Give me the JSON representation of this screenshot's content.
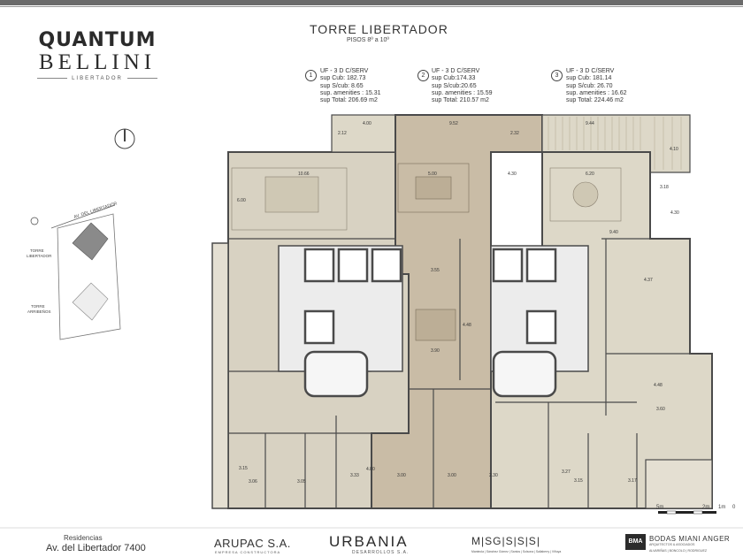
{
  "brand": {
    "line1": "QUANTUM",
    "line2": "BELLINI",
    "line3": "LIBERTADOR"
  },
  "header": {
    "title": "TORRE  LIBERTADOR",
    "subtitle": "PISOS 8º a 10º"
  },
  "units": [
    {
      "num": "1",
      "lines": [
        "UF - 3 D C/SERV",
        "sup Cub: 182.73",
        "sup S/cub:  8.65",
        "sup. amenities : 15.31",
        "sup Total: 206.69 m2"
      ]
    },
    {
      "num": "2",
      "lines": [
        "UF - 3 D C/SERV",
        "sup Cub:174.33",
        "sup S/cub:20.65",
        "sup. amenities : 15.59",
        "sup Total: 210.57 m2"
      ]
    },
    {
      "num": "3",
      "lines": [
        "UF - 3 D C/SERV",
        "sup Cub: 181.14",
        "sup S/cub: 26.70",
        "sup. amenities : 16.62",
        "sup Total: 224.46 m2"
      ]
    }
  ],
  "site_plan": {
    "street": "AV. DEL LIBERTADOR",
    "tower1": [
      "TORRE",
      "LIBERTADOR"
    ],
    "tower2": [
      "TORRE",
      "ARRIBEÑOS"
    ]
  },
  "dimensions": [
    "4.00",
    "9.52",
    "9.44",
    "2.12",
    "2.32",
    "4.10",
    "10.66",
    "5.00",
    "4.30",
    "6.20",
    "3.18",
    "6.00",
    "4.30",
    "9.40",
    "4.37",
    "3.55",
    "4.48",
    "3.90",
    "4.48",
    "3.60",
    "3.15",
    "3.06",
    "3.05",
    "3.33",
    "4.80",
    "3.00",
    "3.00",
    "2.30",
    "3.27",
    "3.15",
    "3.17"
  ],
  "scale": {
    "labels": [
      "5m",
      "2m",
      "1m",
      "0"
    ]
  },
  "footer": {
    "residencias": "Residencias",
    "address": "Av. del Libertador  7400",
    "arupac": "ARUPAC S.A.",
    "arupac_sub": "EMPRESA CONSTRUCTORA",
    "urbania": "URBANIA",
    "urbania_sub": "DESARROLLOS S.A.",
    "msg": "M|SG|S|S|S|",
    "msg_sub": "Manteola | Sánchez Gómez | Santos | Solsona | Sallaberry | Viñuya",
    "bma": "BMA",
    "bma_name": "BODAS MIANI ANGER",
    "bma_sub": "ARQUITECTOS & ASOCIADOS",
    "bma_sub2": "ALVARIÑAS | BONCOLO | RODRIGUEZ"
  },
  "colors": {
    "unit1": "#d8d2c2",
    "unit2": "#c9bca6",
    "unit3": "#ddd8c8",
    "wall": "#4a4a4a",
    "core": "#ececec"
  }
}
